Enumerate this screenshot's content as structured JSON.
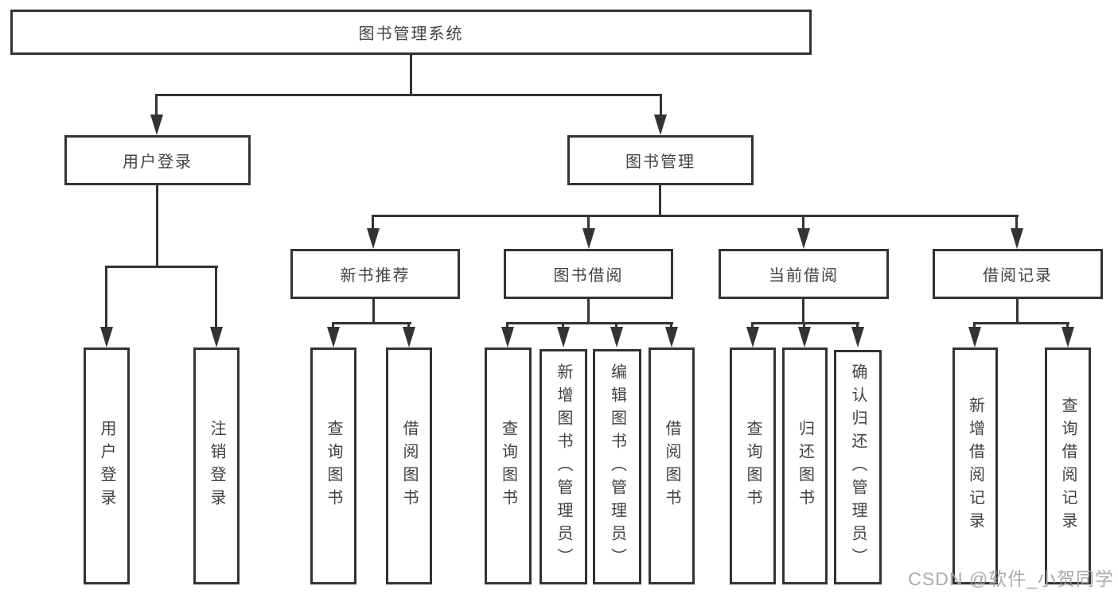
{
  "diagram": {
    "title": "图书管理系统",
    "root": {
      "label": "图书管理系统"
    },
    "user_login": {
      "label": "用户登录",
      "children": [
        {
          "label": "用户登录"
        },
        {
          "label": "注销登录"
        }
      ]
    },
    "book_management": {
      "label": "图书管理",
      "sections": [
        {
          "label": "新书推荐",
          "children": [
            {
              "label": "查询图书"
            },
            {
              "label": "借阅图书"
            }
          ]
        },
        {
          "label": "图书借阅",
          "children": [
            {
              "label": "查询图书"
            },
            {
              "label": "新增图书（管理员）"
            },
            {
              "label": "编辑图书（管理员）"
            },
            {
              "label": "借阅图书"
            }
          ]
        },
        {
          "label": "当前借阅",
          "children": [
            {
              "label": "查询图书"
            },
            {
              "label": "归还图书"
            },
            {
              "label": "确认归还（管理员）"
            }
          ]
        },
        {
          "label": "借阅记录",
          "children": [
            {
              "label": "新增借阅记录"
            },
            {
              "label": "查询借阅记录"
            }
          ]
        }
      ]
    }
  },
  "watermark": {
    "text": "CSDN @软件_小贺同学"
  },
  "colors": {
    "line": "#333333",
    "node_border": "#333333",
    "node_fill": "#ffffff",
    "text": "#424242",
    "watermark": "#a3a3a3",
    "background": "#ffffff"
  }
}
